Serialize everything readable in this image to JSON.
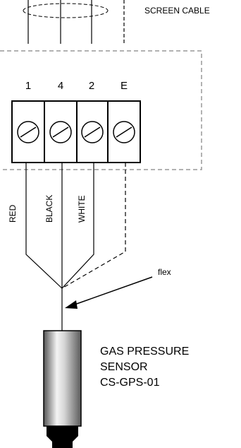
{
  "labels": {
    "screen_cable": "SCREEN CABLE",
    "flex": "flex",
    "sensor_line1": "GAS PRESSURE",
    "sensor_line2": "SENSOR",
    "sensor_line3": "CS-GPS-01"
  },
  "terminals": [
    {
      "number": "1"
    },
    {
      "number": "4"
    },
    {
      "number": "2"
    },
    {
      "number": "E"
    }
  ],
  "wires": [
    {
      "label": "RED"
    },
    {
      "label": "BLACK"
    },
    {
      "label": "WHITE"
    }
  ]
}
